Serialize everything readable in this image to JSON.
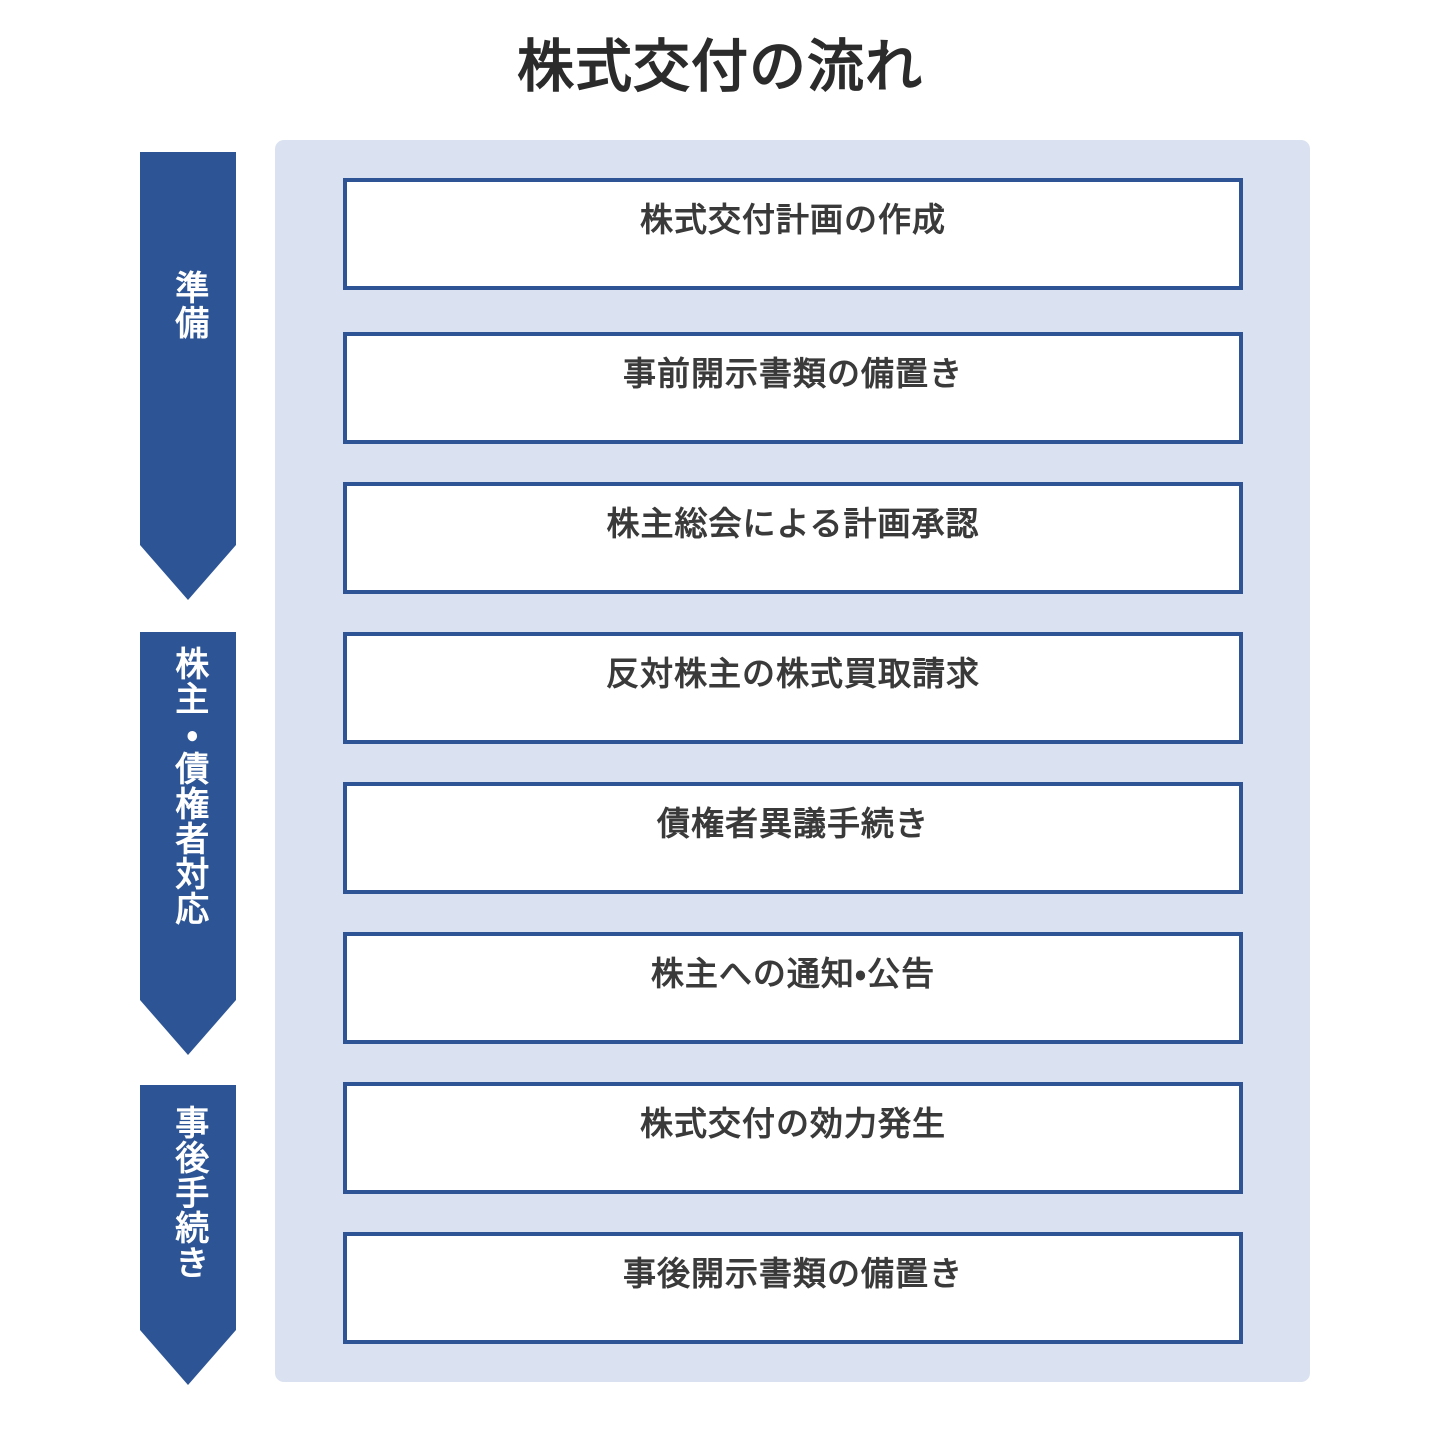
{
  "title": "株式交付の流れ",
  "colors": {
    "title_text": "#2b2b2b",
    "panel_background": "#dae1f0",
    "box_border": "#2e5496",
    "box_background": "#ffffff",
    "box_text": "#3a3a3a",
    "arrow_fill": "#2d5596",
    "arrow_text": "#ffffff",
    "page_background": "#ffffff"
  },
  "phases": [
    {
      "label": "準備"
    },
    {
      "label": "株主・債権者対応"
    },
    {
      "label": "事後手続き"
    }
  ],
  "steps": [
    {
      "label": "株式交付計画の作成"
    },
    {
      "label": "事前開示書類の備置き"
    },
    {
      "label": "株主総会による計画承認"
    },
    {
      "label": "反対株主の株式買取請求"
    },
    {
      "label": "債権者異議手続き"
    },
    {
      "label": "株主への通知・公告"
    },
    {
      "label": "株式交付の効力発生"
    },
    {
      "label": "事後開示書類の備置き"
    }
  ],
  "chart_data": {
    "type": "table",
    "title": "株式交付の流れ",
    "xlabel": "",
    "ylabel": "",
    "grid": false,
    "legend_position": "left",
    "categories": [
      "準備",
      "株主・債権者対応",
      "事後手続き"
    ],
    "series": [
      {
        "name": "準備",
        "values": [
          "株式交付計画の作成",
          "事前開示書類の備置き",
          "株主総会による計画承認"
        ]
      },
      {
        "name": "株主・債権者対応",
        "values": [
          "反対株主の株式買取請求",
          "債権者異議手続き",
          "株主への通知・公告"
        ]
      },
      {
        "name": "事後手続き",
        "values": [
          "株式交付の効力発生",
          "事後開示書類の備置き"
        ]
      }
    ]
  }
}
